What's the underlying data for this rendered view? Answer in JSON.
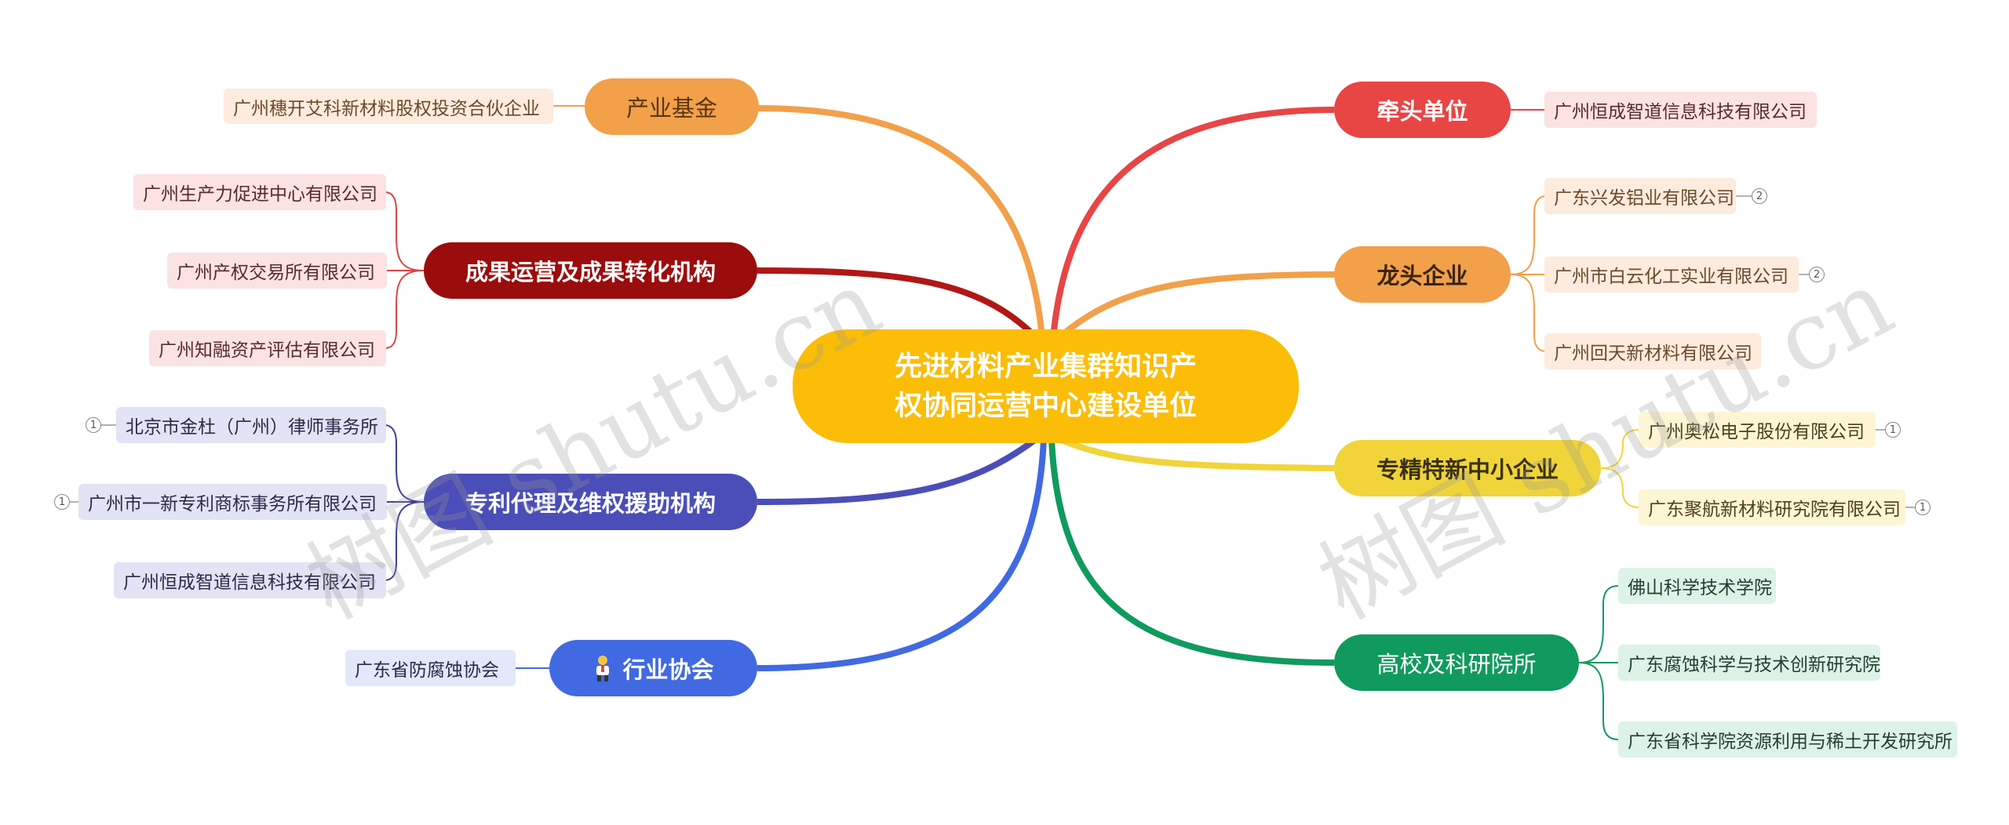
{
  "center": {
    "line1": "先进材料产业集群知识产",
    "line2": "权协同运营中心建设单位"
  },
  "branches": {
    "fund": {
      "label": "产业基金",
      "color": "#F2A04A",
      "leaves": [
        "广州穗开艾科新材料股权投资合伙企业"
      ]
    },
    "results": {
      "label": "成果运营及成果转化机构",
      "color": "#9B0C0C",
      "leaves": [
        "广州生产力促进中心有限公司",
        "广州产权交易所有限公司",
        "广州知融资产评估有限公司"
      ]
    },
    "patent": {
      "label": "专利代理及维权援助机构",
      "color": "#4B4EB8",
      "leaves": [
        "北京市金杜（广州）律师事务所",
        "广州市一新专利商标事务所有限公司",
        "广州恒成智道信息科技有限公司"
      ],
      "badges": [
        "1",
        "1"
      ]
    },
    "assoc": {
      "label": "行业协会",
      "color": "#4169E1",
      "icon": "person-icon",
      "leaves": [
        "广东省防腐蚀协会"
      ]
    },
    "lead": {
      "label": "牵头单位",
      "color": "#E84545",
      "leaves": [
        "广州恒成智道信息科技有限公司"
      ]
    },
    "dragon": {
      "label": "龙头企业",
      "color": "#F2A04A",
      "leaves": [
        "广东兴发铝业有限公司",
        "广州市白云化工实业有限公司",
        "广州回天新材料有限公司"
      ],
      "badges": [
        "2",
        "2"
      ]
    },
    "special": {
      "label": "专精特新中小企业",
      "color": "#F0D43A",
      "leaves": [
        "广州奥松电子股份有限公司",
        "广东聚航新材料研究院有限公司"
      ],
      "badges": [
        "1",
        "1"
      ]
    },
    "univ": {
      "label": "高校及科研院所",
      "color": "#109A5E",
      "leaves": [
        "佛山科学技术学院",
        "广东腐蚀科学与技术创新研究院",
        "广东省科学院资源利用与稀土开发研究所"
      ]
    }
  },
  "watermark": "树图 shutu.cn"
}
